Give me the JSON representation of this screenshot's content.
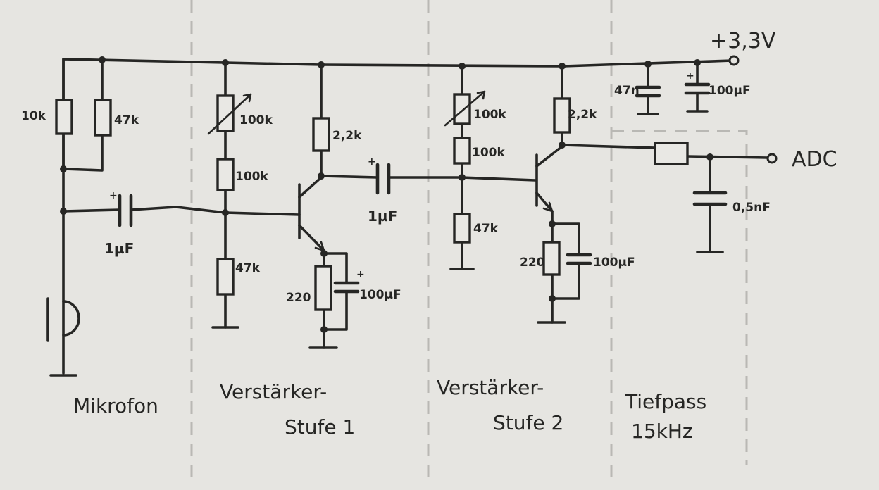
{
  "supply": {
    "label": "+3,3V"
  },
  "output": {
    "label": "ADC"
  },
  "sections": {
    "mic": "Mikrofon",
    "amp1_line1": "Verstärker-",
    "amp1_line2": "Stufe 1",
    "amp2_line1": "Verstärker-",
    "amp2_line2": "Stufe 2",
    "lp_line1": "Tiefpass",
    "lp_line2": "15kHz"
  },
  "components": {
    "r_mic_bias": "10k",
    "r_mic_47k": "47k",
    "c_coupling_1": "1µF",
    "pot_stage1": "100k",
    "r_stage1_100k": "100k",
    "r_stage1_47k": "47k",
    "r_stage1_collector": "2,2k",
    "r_stage1_emitter": "220",
    "c_stage1_emitter": "100µF",
    "c_coupling_2": "1µF",
    "pot_stage2": "100k",
    "r_stage2_100k": "100k",
    "r_stage2_47k": "47k",
    "r_stage2_collector": "2,2k",
    "r_stage2_emitter": "220",
    "c_stage2_emitter": "100µF",
    "c_supply_small": "47n",
    "c_supply_large": "100µF",
    "c_lowpass": "0,5nF"
  },
  "polarity_mark": "+",
  "colors": {
    "ink": "#262624",
    "paper": "#e6e5e1",
    "separator": "#b9b8b4"
  }
}
